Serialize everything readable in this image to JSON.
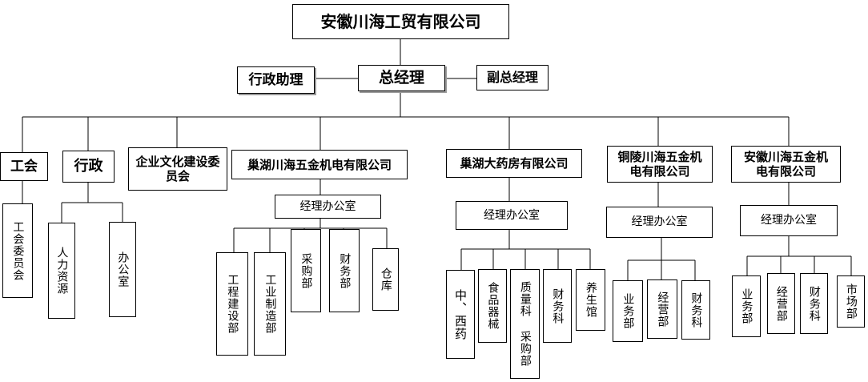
{
  "company": "安徽川海工贸有限公司",
  "gm": "总经理",
  "admin_assistant": "行政助理",
  "deputy_gm": "副总经理",
  "union": {
    "name": "工会",
    "children": [
      "工会委员会"
    ]
  },
  "admin": {
    "name": "行政",
    "children": [
      "人力资源",
      "办公室"
    ]
  },
  "culture": "企业文化建设委员会",
  "chaohu_hardware": {
    "name": "巢湖川海五金机电有限公司",
    "office": "经理办公室",
    "children": [
      "工程建设部",
      "工业制造部",
      "采购部",
      "财务部",
      "仓库"
    ]
  },
  "chaohu_pharmacy": {
    "name": "巢湖大药房有限公司",
    "office": "经理办公室",
    "children": [
      "中、西药",
      "食品器械",
      "质量科 采购部",
      "财务科",
      "养生馆"
    ]
  },
  "tongling": {
    "name": "铜陵川海五金机电有限公司",
    "office": "经理办公室",
    "children": [
      "业务部",
      "经营部",
      "财务科"
    ]
  },
  "anhui_hardware": {
    "name": "安徽川海五金机电有限公司",
    "office": "经理办公室",
    "children": [
      "业务部",
      "经营部",
      "财务科",
      "市场部"
    ]
  }
}
